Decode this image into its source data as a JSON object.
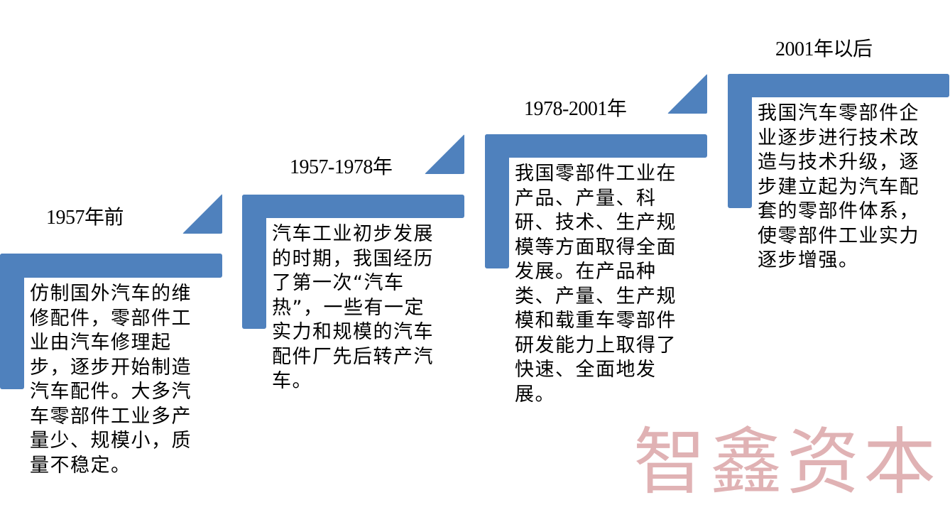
{
  "diagram": {
    "type": "staircase-timeline",
    "accent_color": "#4f81bd",
    "steps": [
      {
        "period": "1957年前",
        "text": "仿制国外汽车的维修配件，零部件工业由汽车修理起步，逐步开始制造汽车配件。大多汽车零部件工业多产量少、规模小，质量不稳定。"
      },
      {
        "period": "1957-1978年",
        "text": "汽车工业初步发展的时期，我国经历了第一次“汽车热”，一些有一定实力和规模的汽车配件厂先后转产汽车。"
      },
      {
        "period": "1978-2001年",
        "text": "我国零部件工业在产品、产量、科研、技术、生产规模等方面取得全面发展。在产品种类、产量、生产规模和载重车零部件研发能力上取得了快速、全面地发展。"
      },
      {
        "period": "2001年以后",
        "text": "我国汽车零部件企业逐步进行技术改造与技术升级，逐步建立起为汽车配套的零部件体系，使零部件工业实力逐步增强。"
      }
    ]
  },
  "watermark": {
    "text": "智鑫资本",
    "color": "#e0b2b4"
  }
}
